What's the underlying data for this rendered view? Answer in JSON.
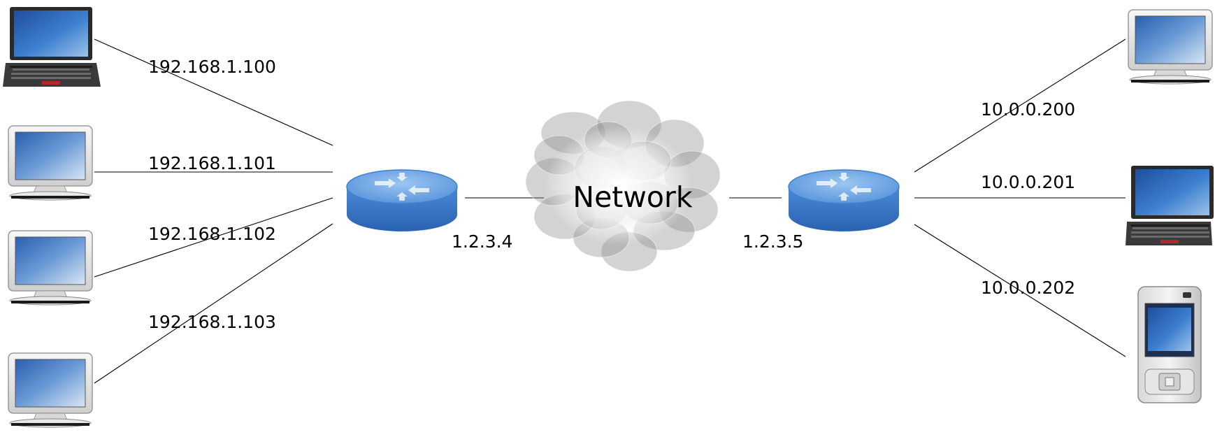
{
  "cloud": {
    "label": "Network"
  },
  "routers": {
    "left": {
      "ip": "1.2.3.4",
      "icon": "router-icon"
    },
    "right": {
      "ip": "1.2.3.5",
      "icon": "router-icon"
    }
  },
  "left_hosts": [
    {
      "ip": "192.168.1.100",
      "icon": "laptop-icon"
    },
    {
      "ip": "192.168.1.101",
      "icon": "desktop-computer-icon"
    },
    {
      "ip": "192.168.1.102",
      "icon": "desktop-computer-icon"
    },
    {
      "ip": "192.168.1.103",
      "icon": "desktop-computer-icon"
    }
  ],
  "right_hosts": [
    {
      "ip": "10.0.0.200",
      "icon": "desktop-computer-icon"
    },
    {
      "ip": "10.0.0.201",
      "icon": "laptop-icon"
    },
    {
      "ip": "10.0.0.202",
      "icon": "mobile-phone-icon"
    }
  ],
  "colors": {
    "router_top": "#6fa6e8",
    "router_body": "#3576c9",
    "screen": "#2f6db5",
    "cloud": "#9a9a9a"
  }
}
